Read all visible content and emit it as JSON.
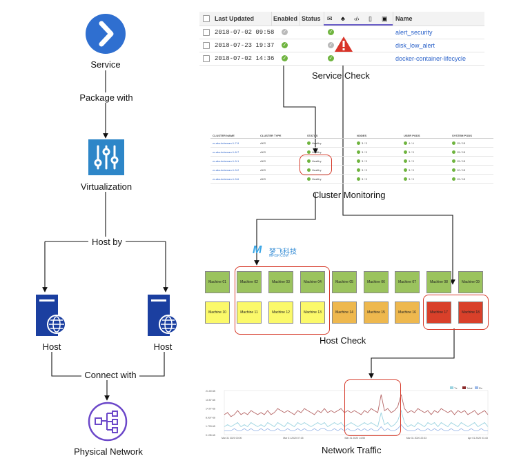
{
  "left": {
    "service_label": "Service",
    "package_label": "Package with",
    "virtualization_label": "Virtualization",
    "hostby_label": "Host by",
    "host_left_label": "Host",
    "host_right_label": "Host",
    "connect_label": "Connect with",
    "network_label": "Physical Network"
  },
  "colors": {
    "service": "#2f6fd0",
    "virtualization": "#2d86c8",
    "host": "#1b3fa0",
    "network": "#6b47c9",
    "healthy": "#6fb43f",
    "alert": "#d9342a",
    "machine_green": "#9bc35e",
    "machine_yellow": "#fbf96a",
    "machine_orange": "#eeb84e",
    "machine_red": "#d9402a"
  },
  "service_check": {
    "caption": "Service Check",
    "headers": {
      "updated": "Last Updated",
      "enabled": "Enabled",
      "status": "Status",
      "name": "Name"
    },
    "header_icons": [
      "mail-icon",
      "webhook-icon",
      "code-icon",
      "notebook-icon",
      "window-icon"
    ],
    "rows": [
      {
        "updated": "2018-07-02 09:58",
        "enabled": "gray",
        "name": "alert_security"
      },
      {
        "updated": "2018-07-23 19:37",
        "enabled": "green",
        "name": "disk_low_alert"
      },
      {
        "updated": "2018-07-02 14:36",
        "enabled": "green",
        "name": "docker-container-lifecycle"
      }
    ]
  },
  "cluster": {
    "caption": "Cluster Monitoring",
    "headers": {
      "name": "CLUSTER NAME",
      "type": "CLUSTER TYPE",
      "status": "STATUS",
      "nodes": "NODES",
      "user_pods": "USER PODS",
      "system_pods": "SYSTEM PODS"
    },
    "rows": [
      {
        "name": "zr-aks-kubenan-1-7-9",
        "type": "AKS",
        "status": "Healthy",
        "nodes": "3 / 3",
        "user": "4 / 4",
        "system": "15 / 15"
      },
      {
        "name": "zr-aks-kubenan-1-8-7",
        "type": "AKS",
        "status": "Healthy",
        "nodes": "3 / 3",
        "user": "3 / 3",
        "system": "15 / 15"
      },
      {
        "name": "zr-aks-kubenan-1-9-1",
        "type": "AKS",
        "status": "Healthy",
        "nodes": "3 / 3",
        "user": "3 / 3",
        "system": "15 / 15"
      },
      {
        "name": "zr-aks-kubenan-1-9-2",
        "type": "AKS",
        "status": "Healthy",
        "nodes": "3 / 3",
        "user": "3 / 3",
        "system": "10 / 15"
      },
      {
        "name": "zr-aks-kubenan-1-9-6",
        "type": "AKS",
        "status": "Healthy",
        "nodes": "3 / 3",
        "user": "3 / 3",
        "system": "15 / 15"
      }
    ]
  },
  "host_check": {
    "caption": "Host Check",
    "watermark_text": "梦飞科技",
    "watermark_sub": "MFISP.COM",
    "row1": [
      {
        "label": "Machine 01",
        "color": "#9bc35e"
      },
      {
        "label": "Machine 02",
        "color": "#9bc35e"
      },
      {
        "label": "Machine 03",
        "color": "#9bc35e"
      },
      {
        "label": "Machine 04",
        "color": "#9bc35e"
      },
      {
        "label": "Machine 05",
        "color": "#9bc35e"
      },
      {
        "label": "Machine 06",
        "color": "#9bc35e"
      },
      {
        "label": "Machine 07",
        "color": "#9bc35e"
      },
      {
        "label": "Machine 08",
        "color": "#9bc35e"
      },
      {
        "label": "Machine 09",
        "color": "#9bc35e"
      }
    ],
    "row2": [
      {
        "label": "Machine 10",
        "color": "#fbf96a"
      },
      {
        "label": "Machine 11",
        "color": "#fbf96a"
      },
      {
        "label": "Machine 12",
        "color": "#fbf96a"
      },
      {
        "label": "Machine 13",
        "color": "#fbf96a"
      },
      {
        "label": "Machine 14",
        "color": "#eeb84e"
      },
      {
        "label": "Machine 15",
        "color": "#eeb84e"
      },
      {
        "label": "Machine 16",
        "color": "#eeb84e"
      },
      {
        "label": "Machine 17",
        "color": "#d9402a"
      },
      {
        "label": "Machine 18",
        "color": "#d9402a"
      }
    ]
  },
  "network_traffic": {
    "caption": "Network Traffic",
    "legend": [
      "Tx",
      "Total",
      "Rx"
    ],
    "y_ticks": [
      "21.00 kB",
      "10.57 kB",
      "14.07 kB",
      "8.937 kB",
      "1.793 kB",
      "0.135 kB"
    ],
    "x_ticks": [
      "Mar 31 2020 00:00",
      "Mar 31 2020 07:15",
      "Mar 31 2020 14:55",
      "Mar 31 2020 22:33",
      "Apr 01 2020 01:43"
    ],
    "total_series": [
      10,
      11,
      9,
      10,
      12,
      10,
      11,
      10,
      12,
      11,
      10,
      11,
      10,
      12,
      10,
      11,
      13,
      12,
      11,
      12,
      11,
      10,
      12,
      11,
      13,
      12,
      11,
      10,
      12,
      11,
      13,
      11,
      12,
      11,
      12,
      13,
      11,
      12,
      11,
      12,
      11,
      10,
      12,
      11,
      13,
      12,
      11,
      20,
      12,
      13,
      11,
      12,
      14,
      20,
      13,
      11,
      12,
      11,
      13,
      12,
      11,
      12,
      10,
      12,
      11,
      13,
      12,
      11,
      12,
      10,
      12,
      11,
      12,
      10,
      11,
      12,
      10,
      11,
      12,
      10
    ],
    "tx_series": [
      4,
      5,
      4,
      5,
      6,
      4,
      5,
      4,
      6,
      5,
      4,
      5,
      4,
      6,
      5,
      4,
      6,
      5,
      4,
      6,
      5,
      4,
      6,
      5,
      6,
      5,
      4,
      5,
      6,
      5,
      6,
      4,
      5,
      6,
      5,
      6,
      4,
      5,
      6,
      5,
      4,
      5,
      6,
      5,
      6,
      5,
      4,
      11,
      5,
      6,
      4,
      5,
      7,
      12,
      6,
      4,
      5,
      4,
      6,
      5,
      4,
      6,
      5,
      6,
      4,
      6,
      5,
      4,
      6,
      5,
      4,
      6,
      5,
      4,
      5,
      6,
      4,
      5,
      6,
      4
    ],
    "rx_series": [
      2,
      2,
      2,
      3,
      2,
      2,
      3,
      2,
      3,
      2,
      2,
      3,
      2,
      3,
      2,
      2,
      3,
      2,
      2,
      3,
      2,
      2,
      3,
      2,
      3,
      2,
      2,
      3,
      2,
      3,
      3,
      2,
      2,
      3,
      2,
      3,
      2,
      3,
      2,
      2,
      3,
      2,
      3,
      2,
      3,
      2,
      2,
      4,
      2,
      3,
      2,
      2,
      3,
      5,
      3,
      2,
      2,
      2,
      3,
      2,
      2,
      3,
      2,
      3,
      2,
      3,
      2,
      2,
      3,
      2,
      2,
      3,
      2,
      2,
      3,
      2,
      2,
      3,
      2,
      2
    ]
  }
}
